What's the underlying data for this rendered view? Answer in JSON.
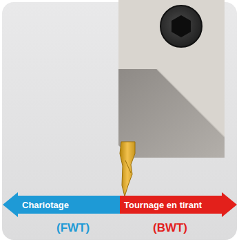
{
  "diagram": {
    "nodes": [
      {
        "text": [
          "Chariotage",
          "(FWT)"
        ]
      },
      {
        "text": [
          "Tournage en tirant",
          "(BWT)"
        ]
      }
    ]
  }
}
